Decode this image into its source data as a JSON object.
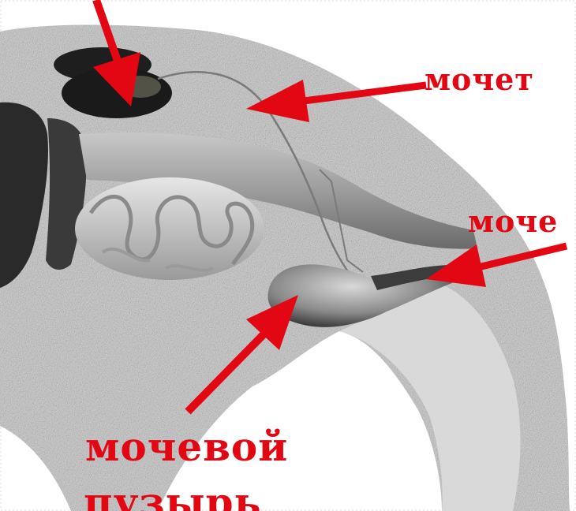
{
  "labels": {
    "ureter": "мочет",
    "urethra": "моче",
    "bladder_line1": "мочевой",
    "bladder_line2": "пузырь"
  },
  "colors": {
    "annotation": "#e30613",
    "body_fill": "#d6d6d6",
    "organ_dark": "#2a2a2a"
  }
}
